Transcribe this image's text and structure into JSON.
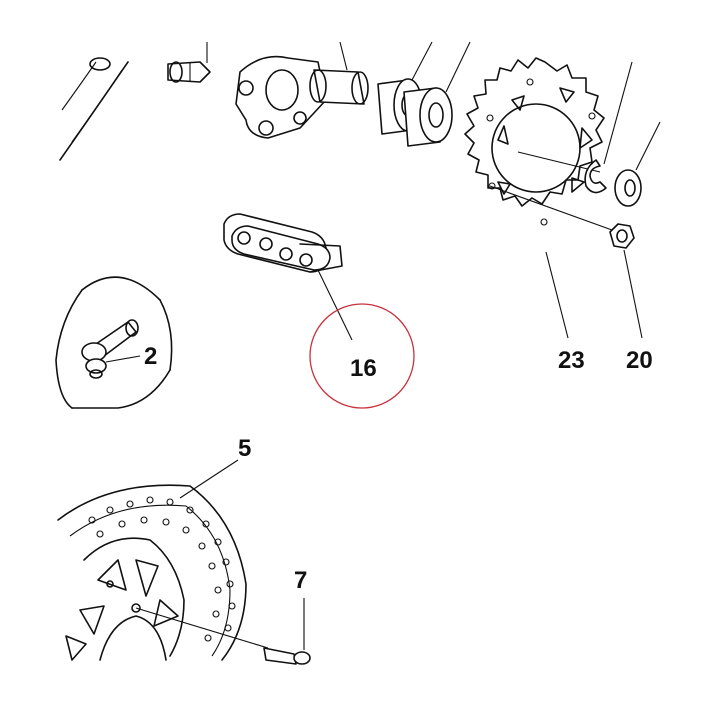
{
  "diagram": {
    "callouts": [
      {
        "id": "part-2",
        "label": "2"
      },
      {
        "id": "part-16",
        "label": "16"
      },
      {
        "id": "part-23",
        "label": "23"
      },
      {
        "id": "part-20",
        "label": "20"
      },
      {
        "id": "part-5",
        "label": "5"
      },
      {
        "id": "part-7",
        "label": "7"
      }
    ],
    "highlight_color": "#c8323c"
  }
}
